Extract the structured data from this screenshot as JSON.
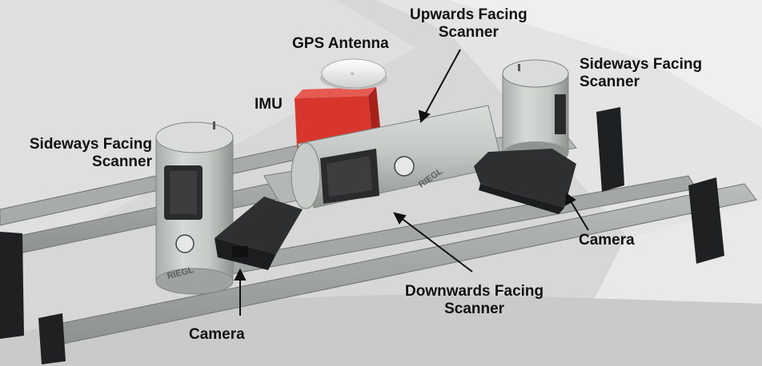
{
  "labels": {
    "upwards_scanner": [
      "Upwards Facing",
      "Scanner"
    ],
    "gps_antenna": "GPS Antenna",
    "imu": "IMU",
    "sideways_scanner_right": [
      "Sideways Facing",
      "Scanner"
    ],
    "sideways_scanner_left": [
      "Sideways Facing",
      "Scanner"
    ],
    "camera_right": "Camera",
    "camera_left": "Camera",
    "downwards_scanner": [
      "Downwards Facing",
      "Scanner"
    ]
  },
  "logos": [
    "RIEGL",
    "RIEGL"
  ],
  "colors": {
    "imu": "#d8352c",
    "scanner_body": "#c7ccc9",
    "rail": "#9ea2a1",
    "camera": "#2e2f30",
    "background": "#dcdcdc"
  }
}
